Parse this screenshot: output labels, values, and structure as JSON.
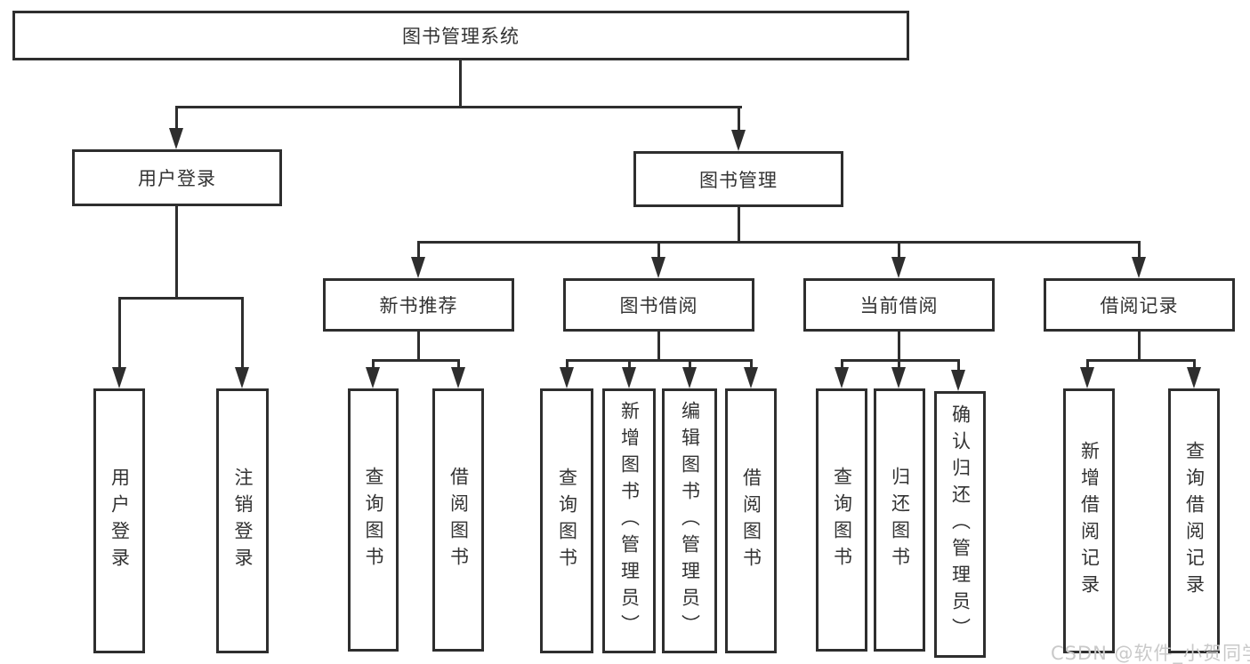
{
  "root": {
    "label": "图书管理系统"
  },
  "branches": [
    {
      "label": "用户登录",
      "children": [
        {
          "label": "用户登录"
        },
        {
          "label": "注销登录"
        }
      ]
    },
    {
      "label": "图书管理",
      "children": [
        {
          "label": "新书推荐",
          "children": [
            {
              "label": "查询图书"
            },
            {
              "label": "借阅图书"
            }
          ]
        },
        {
          "label": "图书借阅",
          "children": [
            {
              "label": "查询图书"
            },
            {
              "label": "新增图书（管理员）"
            },
            {
              "label": "编辑图书（管理员）"
            },
            {
              "label": "借阅图书"
            }
          ]
        },
        {
          "label": "当前借阅",
          "children": [
            {
              "label": "查询图书"
            },
            {
              "label": "归还图书"
            },
            {
              "label": "确认归还（管理员）"
            }
          ]
        },
        {
          "label": "借阅记录",
          "children": [
            {
              "label": "新增借阅记录"
            },
            {
              "label": "查询借阅记录"
            }
          ]
        }
      ]
    }
  ],
  "watermark": {
    "text": "CSDN @软件_小贺同学"
  },
  "colors": {
    "line": "#2e2e2e",
    "text": "#333333",
    "background": "#ffffff",
    "watermark": "#c9c9c9"
  }
}
